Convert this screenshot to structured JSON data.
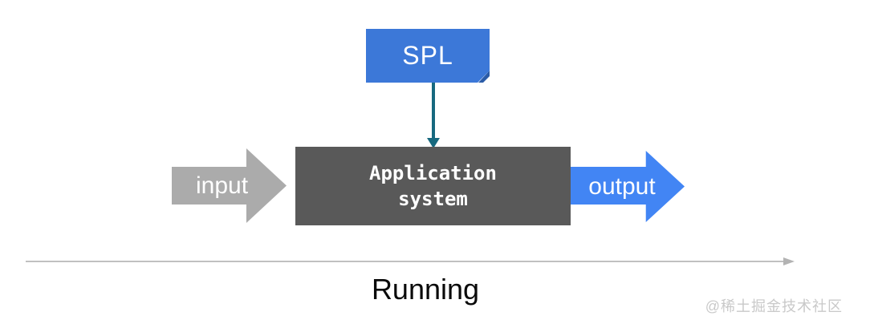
{
  "diagram": {
    "spl_label": "SPL",
    "app_label_lines": [
      "Application",
      "system"
    ],
    "input_label": "input",
    "output_label": "output",
    "running_label": "Running",
    "watermark": "@稀土掘金技术社区",
    "colors": {
      "spl_box": "#3c78d8",
      "spl_fold": "#2b5ca8",
      "connector": "#17697f",
      "app_box": "#595959",
      "input_arrow": "#ababab",
      "output_arrow": "#4285f4",
      "timeline": "#c0c0c0",
      "running_text": "#0a0a0a",
      "watermark_text": "#c9c9c9"
    }
  }
}
